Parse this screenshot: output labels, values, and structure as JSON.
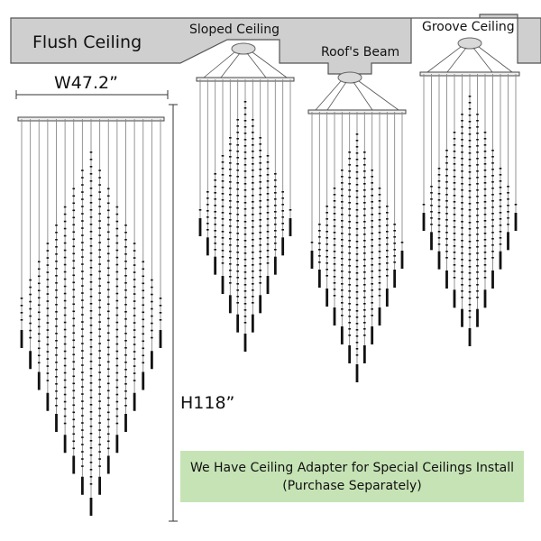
{
  "labels": {
    "flush": "Flush Ceiling",
    "sloped": "Sloped Ceiling",
    "beam": "Roof's Beam",
    "groove": "Groove Ceiling",
    "width": "W47.2”",
    "height": "H118”"
  },
  "note": {
    "line1": "We Have Ceiling Adapter for Special Ceilings Install",
    "line2": "(Purchase Separately)"
  },
  "colors": {
    "ceiling": "#cfcfcf",
    "rod": "#8a8a8a",
    "crystal": "#111111",
    "note_bg": "#c6e3b5"
  }
}
